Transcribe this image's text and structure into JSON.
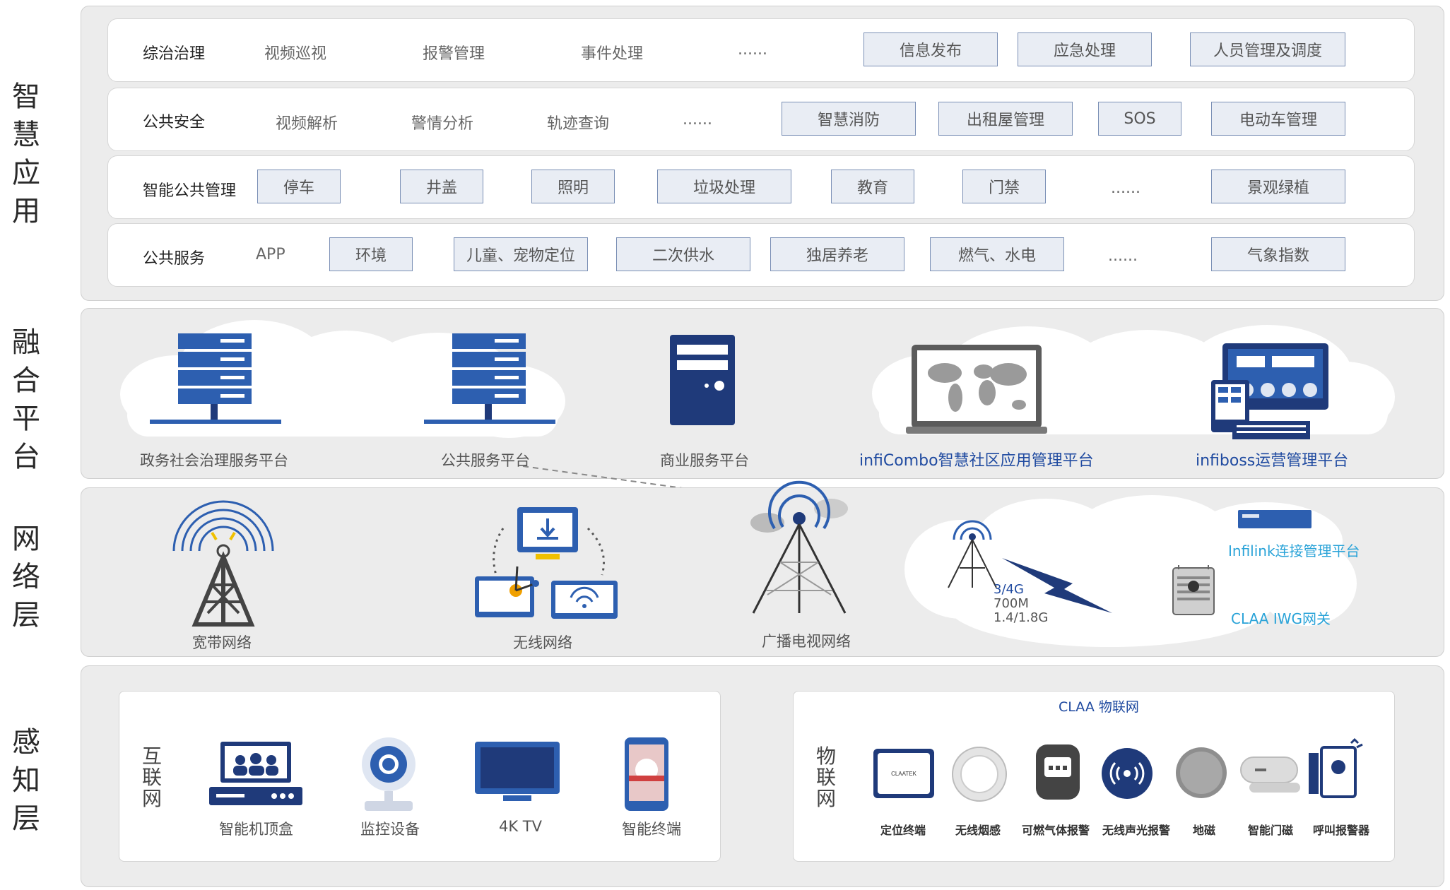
{
  "layers": {
    "app": "智慧应用",
    "platform": "融合平台",
    "network": "网络层",
    "sensing": "感知层"
  },
  "app_rows": [
    {
      "category": "综治治理",
      "plain": [
        "视频巡视",
        "报警管理",
        "事件处理"
      ],
      "ellipsis": "......",
      "boxed": [
        "信息发布",
        "应急处理",
        "人员管理及调度"
      ]
    },
    {
      "category": "公共安全",
      "plain": [
        "视频解析",
        "警情分析",
        "轨迹查询"
      ],
      "ellipsis": "......",
      "boxed": [
        "智慧消防",
        "出租屋管理",
        "SOS",
        "电动车管理"
      ]
    },
    {
      "category": "智能公共管理",
      "boxed_a": [
        "停车",
        "井盖",
        "照明",
        "垃圾处理",
        "教育",
        "门禁"
      ],
      "ellipsis": "......",
      "boxed_b": [
        "景观绿植"
      ]
    },
    {
      "category": "公共服务",
      "plain": [
        "APP"
      ],
      "boxed_a": [
        "环境",
        "儿童、宠物定位",
        "二次供水",
        "独居养老",
        "燃气、水电"
      ],
      "ellipsis": "......",
      "boxed_b": [
        "气象指数"
      ]
    }
  ],
  "platforms": [
    "政务社会治理服务平台",
    "公共服务平台",
    "商业服务平台",
    "infiCombo智慧社区应用管理平台",
    "infiboss运营管理平台"
  ],
  "networks": {
    "broadband": "宽带网络",
    "wireless": "无线网络",
    "broadcast": "广播电视网络",
    "cellular": [
      "3/4G",
      "700M",
      "1.4/1.8G"
    ],
    "infilink": "Infilink连接管理平台",
    "gateway": "CLAA IWG网关"
  },
  "internet": {
    "title": "互联网",
    "devices": [
      "智能机顶盒",
      "监控设备",
      "4K TV",
      "智能终端"
    ]
  },
  "iot": {
    "header": "CLAA 物联网",
    "title": "物联网",
    "devices": [
      "定位终端",
      "无线烟感",
      "可燃气体报警",
      "无线声光报警",
      "地磁",
      "智能门磁",
      "呼叫报警器"
    ],
    "device_brand": "CLAATEK"
  },
  "colors": {
    "navy": "#1f3a7a",
    "blue": "#2d5fb0",
    "box_border": "#7a8fb5",
    "cyan": "#2aa3d8"
  }
}
